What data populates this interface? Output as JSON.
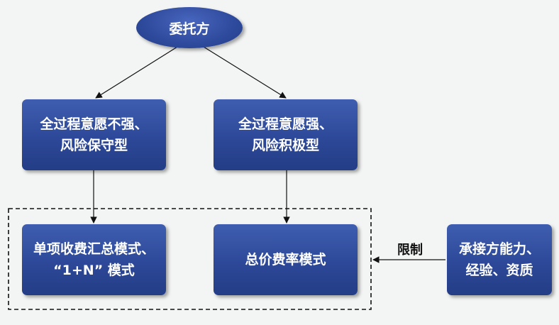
{
  "nodes": {
    "client": "委托方",
    "conservative": [
      "全过程意愿不强、",
      "风险保守型"
    ],
    "aggressive": [
      "全过程意愿强、",
      "风险积极型"
    ],
    "single_fee": [
      "单项收费汇总模式、",
      "“1+N” 模式"
    ],
    "total_rate": "总价费率模式",
    "contractor": [
      "承接方能力、",
      "经验、资质"
    ]
  },
  "edges": {
    "limit_label": "限制"
  }
}
